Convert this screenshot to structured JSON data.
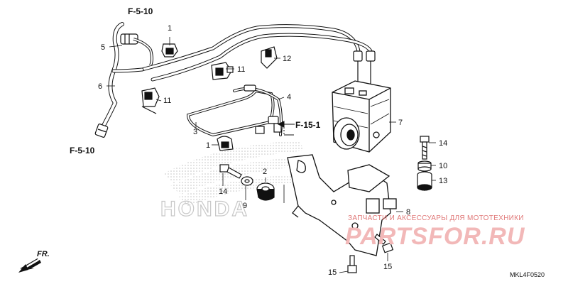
{
  "refs": {
    "top": "F-5-10",
    "bottom": "F-5-10",
    "mid": "F-15-1"
  },
  "callouts": {
    "c1a": "1",
    "c1b": "1",
    "c2": "2",
    "c3": "3",
    "c4": "4",
    "c5": "5",
    "c6": "6",
    "c7": "7",
    "c8": "8",
    "c9": "9",
    "c10": "10",
    "c11a": "11",
    "c11b": "11",
    "c12": "12",
    "c13": "13",
    "c14a": "14",
    "c14b": "14",
    "c15a": "15",
    "c15b": "15"
  },
  "direction": "FR.",
  "diagram_code": "MKL4F0520",
  "watermark": {
    "brand": "HONDA",
    "site_tagline": "ЗАПЧАСТИ И АКСЕССУАРЫ ДЛЯ МОТОТЕХНИКИ",
    "site_name": "PARTSFOR.RU"
  },
  "colors": {
    "ink": "#111111",
    "watermark_red": "#e07878",
    "watermark_grey": "#c8c8c8"
  }
}
